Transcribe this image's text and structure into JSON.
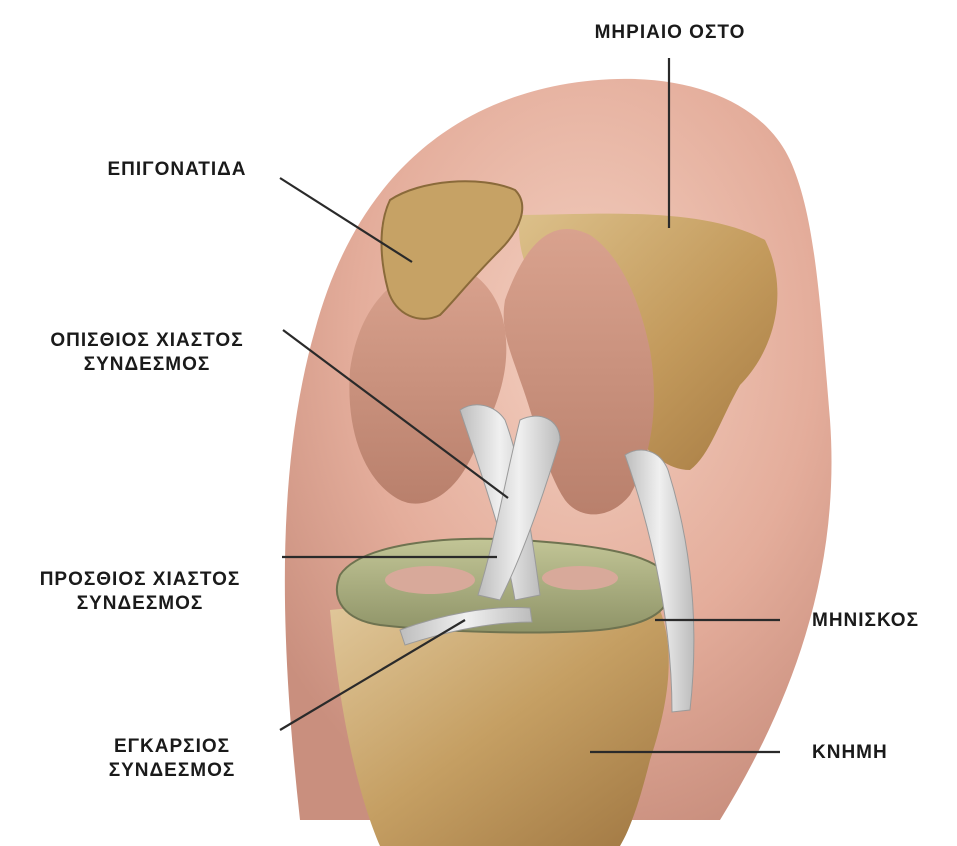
{
  "labels": {
    "femur": "ΜΗΡΙΑΙΟ ΟΣΤΟ",
    "patella": "ΕΠΙΓΟΝΑΤΙΔΑ",
    "posterior_cruciate": [
      "ΟΠΙΣΘΙΟΣ ΧΙΑΣΤΟΣ",
      "ΣΥΝΔΕΣΜΟΣ"
    ],
    "anterior_cruciate": [
      "ΠΡΟΣΘΙΟΣ ΧΙΑΣΤΟΣ",
      "ΣΥΝΔΕΣΜΟΣ"
    ],
    "meniscus": "ΜΗΝΙΣΚΟΣ",
    "transverse_ligament": [
      "ΕΓΚΑΡΣΙΟΣ",
      "ΣΥΝΔΕΣΜΟΣ"
    ],
    "tibia": "ΚΝΗΜΗ"
  },
  "colors": {
    "skin": "#e8b7a6",
    "bone": "#c9a46a",
    "ligament": "#dcdcdc",
    "meniscus": "#a9ad7e",
    "leader_line": "#2a2a2a"
  }
}
